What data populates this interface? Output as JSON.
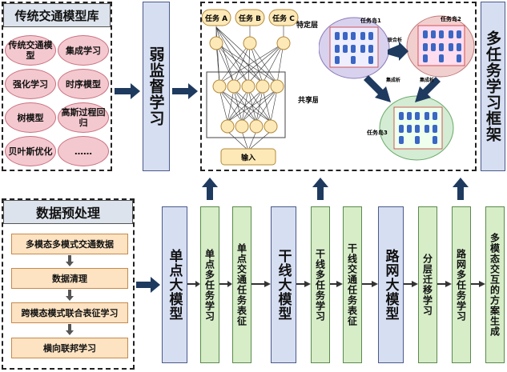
{
  "library": {
    "title": "传统交通模型库",
    "models": [
      "传统交通模型",
      "集成学习",
      "强化学习",
      "时序模型",
      "树模型",
      "高斯过程回归",
      "贝叶斯优化",
      "……"
    ]
  },
  "weak_supervision": {
    "label": "弱监督学习"
  },
  "network": {
    "tasks": [
      "任务 A",
      "任务 B",
      "任务 C"
    ],
    "specific_layer": "特定层",
    "shared_layer": "共享层",
    "input": "输入",
    "task_graph": {
      "task1": "任务岛1",
      "task2": "任务岛2",
      "task3": "任务岛3",
      "arrow_top": "联合析",
      "arrow_left": "集成析",
      "arrow_right": "集成析"
    }
  },
  "multitask_framework": {
    "label": "多任务学习框架"
  },
  "preprocess": {
    "title": "数据预处理",
    "steps": [
      "多模态多模式交通数据",
      "数据清理",
      "跨模态模式联合表征学习",
      "横向联邦学习"
    ]
  },
  "pipeline": {
    "stages": [
      "单点大模型",
      "单点多任务学习",
      "单点交通任务表征",
      "干线大模型",
      "干线多任务学习",
      "干线交通任务表征",
      "路网大模型",
      "分层迁移学习",
      "路网多任务学习",
      "多模态交互的方案生成"
    ]
  },
  "colors": {
    "pink": "#f4c8cf",
    "blue": "#d6def2",
    "green": "#d6edc8",
    "orange": "#fde3c2",
    "navy_arrow": "#1f3a5f"
  }
}
